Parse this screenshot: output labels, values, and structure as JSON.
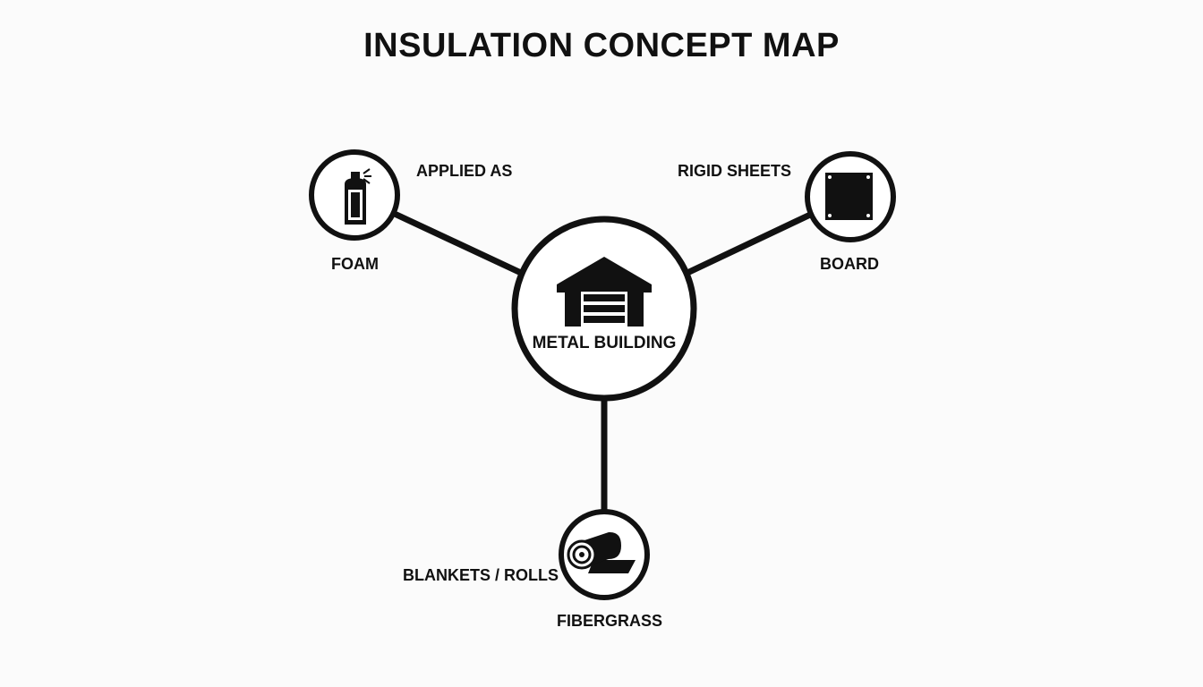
{
  "title": "INSULATION CONCEPT MAP",
  "center": {
    "label": "METAL BUILDING",
    "icon": "garage-icon"
  },
  "nodes": [
    {
      "id": "foam",
      "label": "FOAM",
      "relation": "APPLIED AS",
      "icon": "spray-can-icon"
    },
    {
      "id": "board",
      "label": "BOARD",
      "relation": "RIGID SHEETS",
      "icon": "square-panel-icon"
    },
    {
      "id": "fibergrass",
      "label": "FIBERGRASS",
      "relation": "BLANKETS / ROLLS",
      "icon": "roll-icon"
    }
  ],
  "colors": {
    "ink": "#111111",
    "background": "#fbfbfb"
  }
}
